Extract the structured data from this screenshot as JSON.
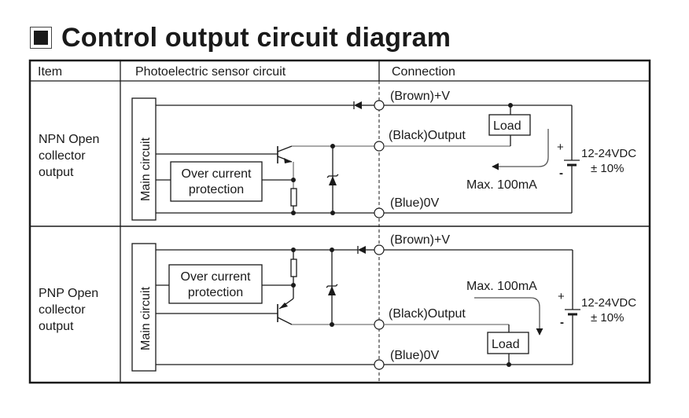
{
  "title": {
    "icon": "filled-square-icon",
    "text": "Control output circuit diagram"
  },
  "table": {
    "headers": {
      "item": "Item",
      "circuit": "Photoelectric sensor circuit",
      "connection": "Connection"
    },
    "rows": [
      {
        "item_lines": [
          "NPN Open",
          "collector",
          "output"
        ],
        "main_circuit": "Main circuit",
        "over_current": [
          "Over current",
          "protection"
        ],
        "terminals": {
          "brown": "(Brown)+V",
          "black": "(Black)Output",
          "blue": "(Blue)0V"
        },
        "load": "Load",
        "max_current": "Max. 100mA",
        "supply": [
          "12-24VDC",
          "± 10%"
        ],
        "plus": "+",
        "minus": "-"
      },
      {
        "item_lines": [
          "PNP Open",
          "collector",
          "output"
        ],
        "main_circuit": "Main circuit",
        "over_current": [
          "Over current",
          "protection"
        ],
        "terminals": {
          "brown": "(Brown)+V",
          "black": "(Black)Output",
          "blue": "(Blue)0V"
        },
        "load": "Load",
        "max_current": "Max. 100mA",
        "supply": [
          "12-24VDC",
          "± 10%"
        ],
        "plus": "+",
        "minus": "-"
      }
    ]
  }
}
